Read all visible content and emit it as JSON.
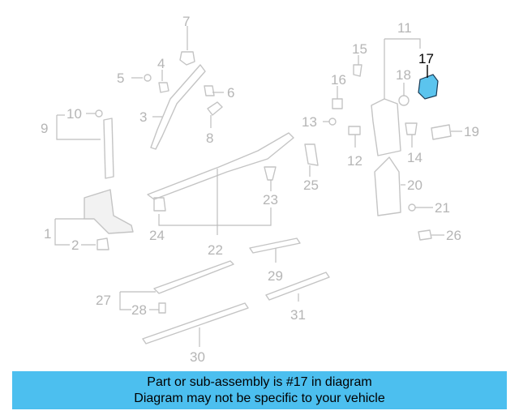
{
  "colors": {
    "banner": "#4cbfef",
    "highlight_part": "#5bc4ee",
    "part_stroke": "#c4c4c4",
    "label_gray": "#b5b5b5",
    "highlight_label": "#000000"
  },
  "highlighted_part": "17",
  "labels": {
    "l1": "1",
    "l2": "2",
    "l3": "3",
    "l4": "4",
    "l5": "5",
    "l6": "6",
    "l7": "7",
    "l8": "8",
    "l9": "9",
    "l10": "10",
    "l11": "11",
    "l12": "12",
    "l13": "13",
    "l14": "14",
    "l15": "15",
    "l16": "16",
    "l17": "17",
    "l18": "18",
    "l19": "19",
    "l20": "20",
    "l21": "21",
    "l22": "22",
    "l23": "23",
    "l24": "24",
    "l25": "25",
    "l26": "26",
    "l27": "27",
    "l28": "28",
    "l29": "29",
    "l30": "30",
    "l31": "31"
  },
  "banner": {
    "line1": "Part or sub-assembly is #17 in diagram",
    "line2": "Diagram may not be specific to your vehicle"
  }
}
